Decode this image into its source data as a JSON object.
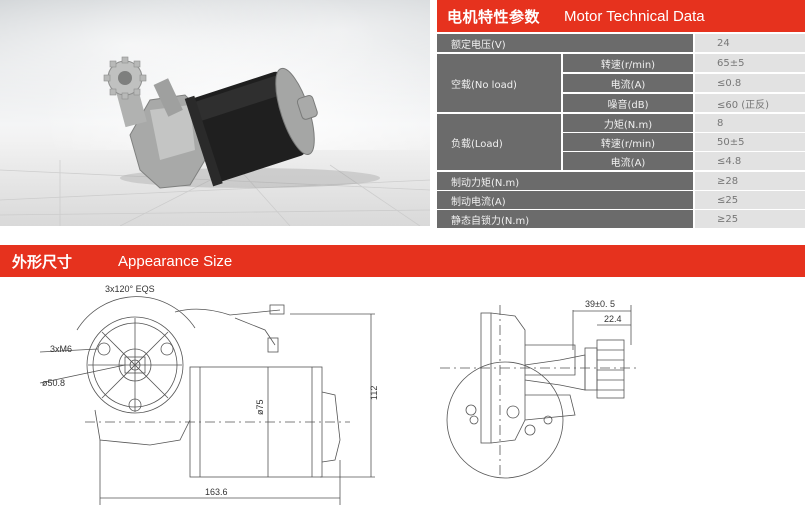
{
  "photo": {
    "alt": "DC worm gear motor with pinion gear on grey studio background"
  },
  "tech_table": {
    "title_cn": "电机特性参数",
    "title_en": "Motor Technical Data",
    "rows": {
      "rated_voltage": {
        "label": "额定电压(V)",
        "value": "24"
      },
      "no_load": {
        "label": "空载(No load)",
        "speed": {
          "label": "转速(r/min)",
          "value": "65±5"
        },
        "current": {
          "label": "电流(A)",
          "value": "≤0.8"
        },
        "noise": {
          "label": "噪音(dB)",
          "value": "≤60 (正反)"
        }
      },
      "load": {
        "label": "负载(Load)",
        "torque": {
          "label": "力矩(N.m)",
          "value": "8"
        },
        "speed": {
          "label": "转速(r/min)",
          "value": "50±5"
        },
        "current": {
          "label": "电流(A)",
          "value": "≤4.8"
        }
      },
      "braking_torque": {
        "label": "制动力矩(N.m)",
        "value": "≥28"
      },
      "braking_current": {
        "label": "制动电流(A)",
        "value": "≤25"
      },
      "static_self_lock": {
        "label": "静态自锁力(N.m)",
        "value": "≥25"
      }
    }
  },
  "appearance": {
    "title_cn": "外形尺寸",
    "title_en": "Appearance Size",
    "dimensions": {
      "bolt_pattern": "3x120° EQS",
      "holes": "3xM6",
      "pcd": "ø50.8",
      "motor_diameter": "ø75",
      "height": "112",
      "length": "163.6",
      "shaft_offset": "39±0. 5",
      "gear_length": "22.4"
    }
  },
  "colors": {
    "accent_red": "#e6321e",
    "table_dark": "#6b6b6b",
    "table_light": "#e2e2e2"
  }
}
